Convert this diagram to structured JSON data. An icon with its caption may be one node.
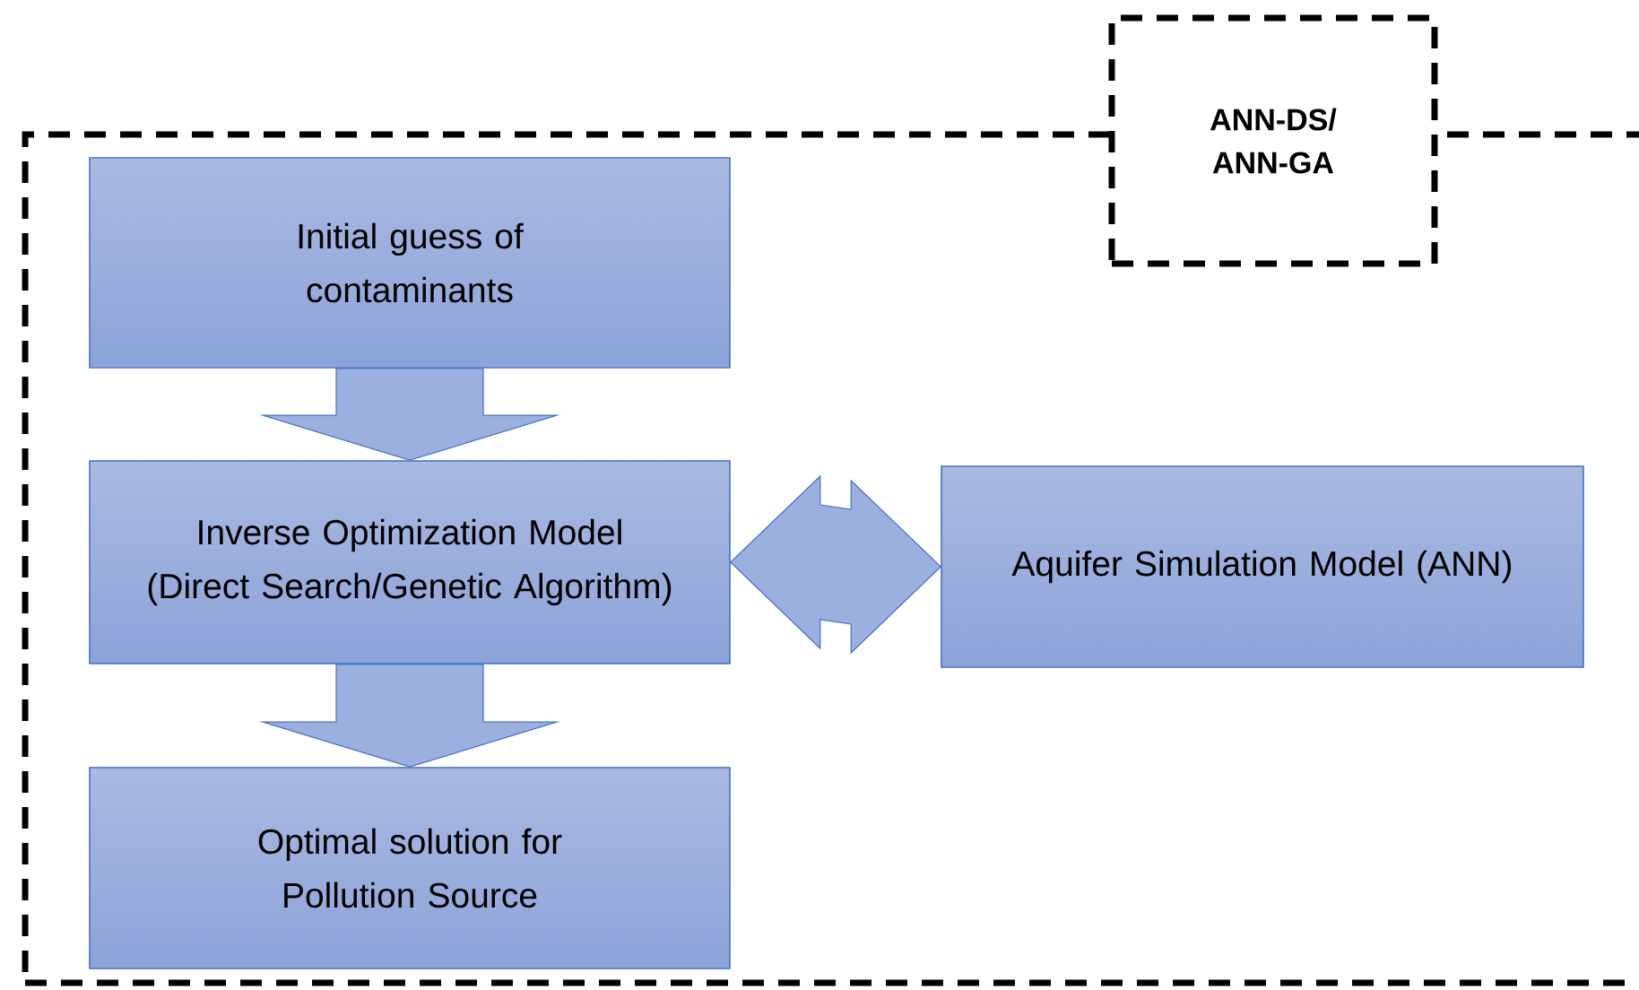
{
  "diagram": {
    "nodes": [
      {
        "text": [],
        "shape": "box"
      },
      {
        "text": [
          "ANN-DS/ ANN-GA"
        ]
      },
      {
        "text": [
          "Initial guess of contaminants"
        ],
        "in": 0
      },
      {
        "text": [
          "Inverse Optimization Model (Direct Search/Genetic Algorithm)"
        ],
        "in": 0
      },
      {
        "text": [
          "Aquifer Simulation Model (ANN)"
        ],
        "in": 0
      },
      {
        "text": [
          "Optimal solution for Pollution Source"
        ],
        "in": 0
      }
    ],
    "edges": [
      {
        "from": 2,
        "to": 3,
        "arrow": "to"
      },
      {
        "from": 3,
        "to": 4,
        "arrow": "both"
      },
      {
        "from": 3,
        "to": 5,
        "arrow": "to"
      }
    ]
  }
}
